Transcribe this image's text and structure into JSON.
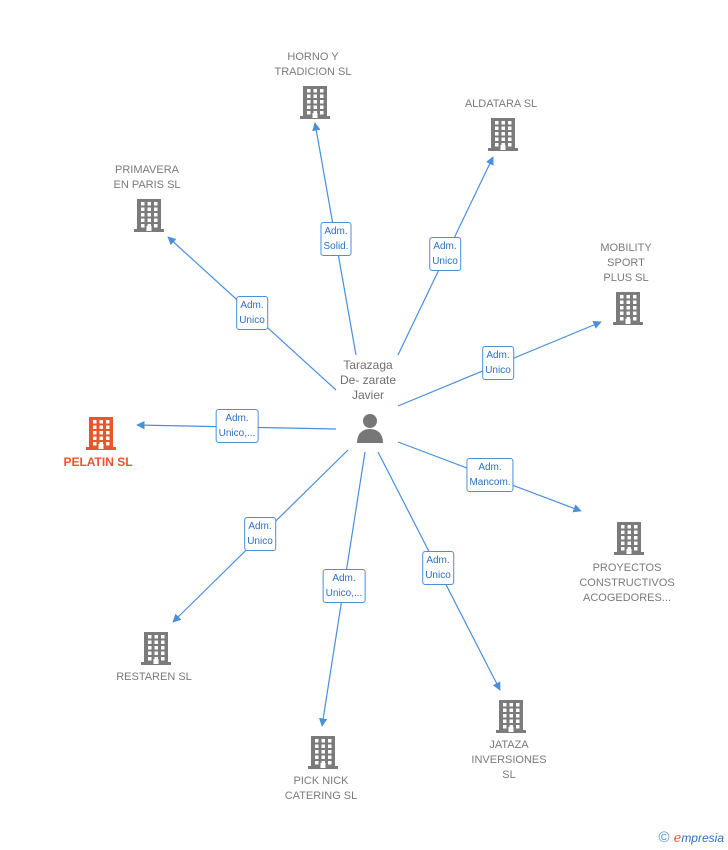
{
  "center": {
    "name": "Tarazaga\nDe- zarate\nJavier",
    "icon": "person-icon"
  },
  "companies": [
    {
      "id": "horno",
      "name": "HORNO Y\nTRADICION SL",
      "role": "Adm.\nSolid.",
      "color": "#7b7b7b"
    },
    {
      "id": "aldatara",
      "name": "ALDATARA  SL",
      "role": "Adm.\nUnico",
      "color": "#7b7b7b"
    },
    {
      "id": "primavera",
      "name": "PRIMAVERA\nEN PARIS  SL",
      "role": "Adm.\nUnico",
      "color": "#7b7b7b"
    },
    {
      "id": "mobility",
      "name": "MOBILITY\nSPORT\nPLUS  SL",
      "role": "Adm.\nUnico",
      "color": "#7b7b7b"
    },
    {
      "id": "pelatin",
      "name": "PELATIN  SL",
      "role": "Adm.\nUnico,...",
      "color": "#e8562a"
    },
    {
      "id": "proyectos",
      "name": "PROYECTOS\nCONSTRUCTIVOS\nACOGEDORES...",
      "role": "Adm.\nMancom.",
      "color": "#7b7b7b"
    },
    {
      "id": "restaren",
      "name": "RESTAREN SL",
      "role": "Adm.\nUnico",
      "color": "#7b7b7b"
    },
    {
      "id": "picknick",
      "name": "PICK NICK\nCATERING SL",
      "role": "Adm.\nUnico,...",
      "color": "#7b7b7b"
    },
    {
      "id": "jataza",
      "name": "JATAZA\nINVERSIONES\nSL",
      "role": "Adm.\nUnico",
      "color": "#7b7b7b"
    }
  ],
  "footer": {
    "copyright": "©",
    "brand_initial": "e",
    "brand_rest": "mpresia"
  },
  "colors": {
    "edge": "#4a8fd8",
    "focus": "#e8562a",
    "building": "#7b7b7b"
  }
}
